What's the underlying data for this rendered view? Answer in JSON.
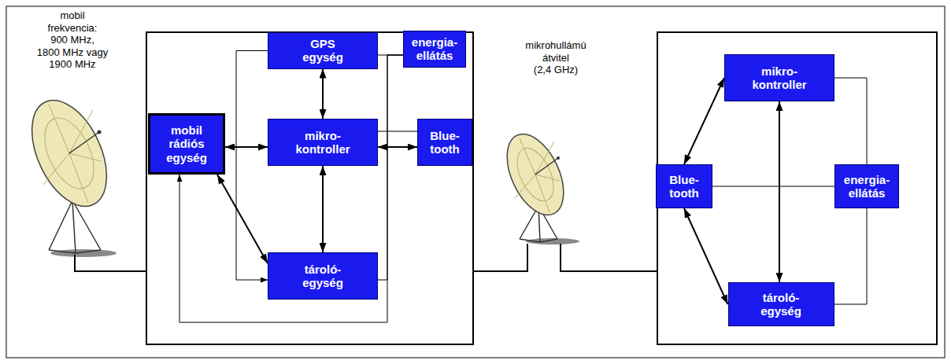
{
  "diagram": {
    "nodes": [
      {
        "text": [
          "GPS egység"
        ]
      },
      {
        "text": [
          "energia- ellátás"
        ]
      },
      {
        "text": [
          "mobil rádiós egység"
        ]
      },
      {
        "text": [
          "mikro- kontroller"
        ]
      },
      {
        "text": [
          "Blue- tooth"
        ]
      },
      {
        "text": [
          "tároló- egység"
        ]
      },
      {
        "text": [
          "mikro- kontroller"
        ]
      },
      {
        "text": [
          "Blue- tooth"
        ]
      },
      {
        "text": [
          "energia- ellátás"
        ]
      },
      {
        "text": [
          "tároló- egység"
        ]
      }
    ],
    "edges": [
      {
        "from": 0,
        "to": 3,
        "arrow": "both"
      },
      {
        "from": 2,
        "to": 3,
        "arrow": "both"
      },
      {
        "from": 3,
        "to": 4,
        "arrow": "both"
      },
      {
        "from": 3,
        "to": 5,
        "arrow": "both"
      },
      {
        "from": 2,
        "to": 5,
        "arrow": "both"
      },
      {
        "from": 0,
        "to": 5,
        "arrow": "to"
      },
      {
        "from": 1,
        "to": 0,
        "arrow": "none"
      },
      {
        "from": 1,
        "to": 2,
        "arrow": "to"
      },
      {
        "from": 1,
        "to": 5,
        "arrow": "none"
      },
      {
        "from": 3,
        "to": 4,
        "arrow": "none"
      },
      {
        "from": 7,
        "to": 6,
        "arrow": "both"
      },
      {
        "from": 7,
        "to": 9,
        "arrow": "both"
      },
      {
        "from": 6,
        "to": 9,
        "arrow": "both"
      },
      {
        "from": 7,
        "to": 8,
        "arrow": "none"
      },
      {
        "from": 6,
        "to": 8,
        "arrow": "none"
      },
      {
        "from": 8,
        "to": 9,
        "arrow": "none"
      }
    ],
    "labels": [
      "mobil frekvencia: 900 MHz, 1800 MHz vagy 1900 MHz",
      "mikrohullámú átvitel (2,4 GHz)"
    ]
  }
}
